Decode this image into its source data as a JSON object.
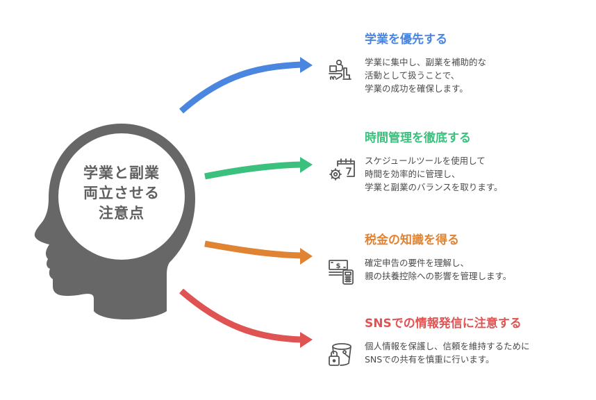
{
  "center": {
    "lines": [
      "学業と副業",
      "両立させる",
      "注意点"
    ],
    "head_color": "#676767"
  },
  "items": [
    {
      "title": "学業を優先する",
      "color": "#4a86e0",
      "icon": "person-laptop-desk-icon",
      "desc": [
        "学業に集中し、副業を補助的な",
        "活動として扱うことで、",
        "学業の成功を確保します。"
      ]
    },
    {
      "title": "時間管理を徹底する",
      "color": "#3cc07d",
      "icon": "calendar-gear-icon",
      "desc": [
        "スケジュールツールを使用して",
        "時間を効率的に管理し、",
        "学業と副業のバランスを取ります。"
      ]
    },
    {
      "title": "税金の知識を得る",
      "color": "#e08433",
      "icon": "money-calculator-icon",
      "desc": [
        "確定申告の要件を理解し、",
        "親の扶養控除への影響を管理します。"
      ]
    },
    {
      "title": "SNSでの情報発信に注意する",
      "color": "#e05353",
      "icon": "bucket-lock-icon",
      "desc": [
        "個人情報を保護し、信頼を維持するために",
        "SNSでの共有を慎重に行います。"
      ]
    }
  ]
}
